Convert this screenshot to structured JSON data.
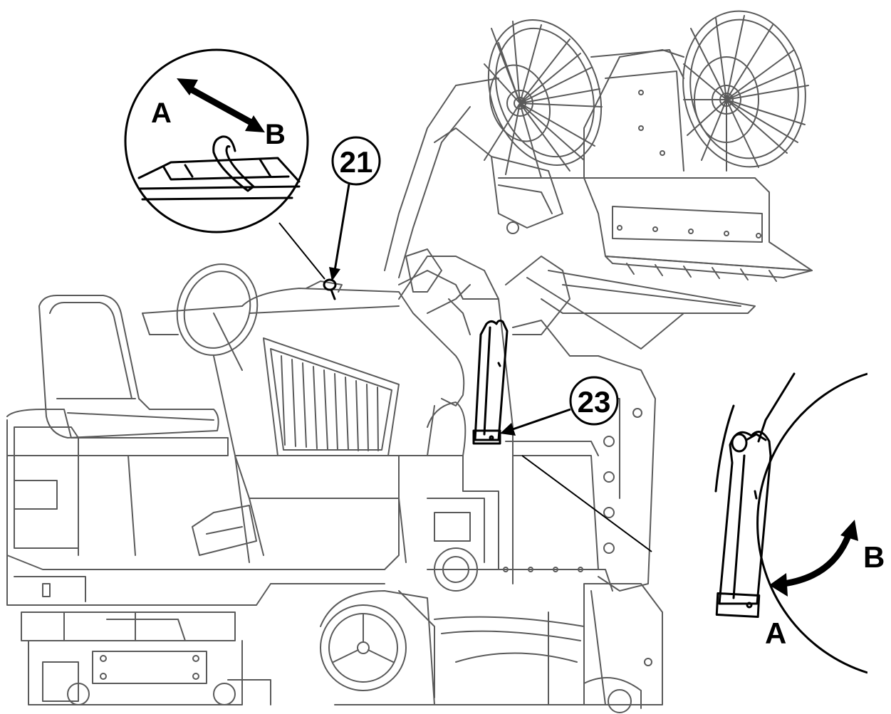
{
  "callouts": [
    {
      "id": "21",
      "label": "21"
    },
    {
      "id": "23",
      "label": "23"
    }
  ],
  "detail_top": {
    "label_a": "A",
    "label_b": "B"
  },
  "detail_right": {
    "label_a": "A",
    "label_b": "B"
  },
  "colors": {
    "line": "#000000",
    "machine": "#5a5a5a",
    "background": "#ffffff"
  }
}
